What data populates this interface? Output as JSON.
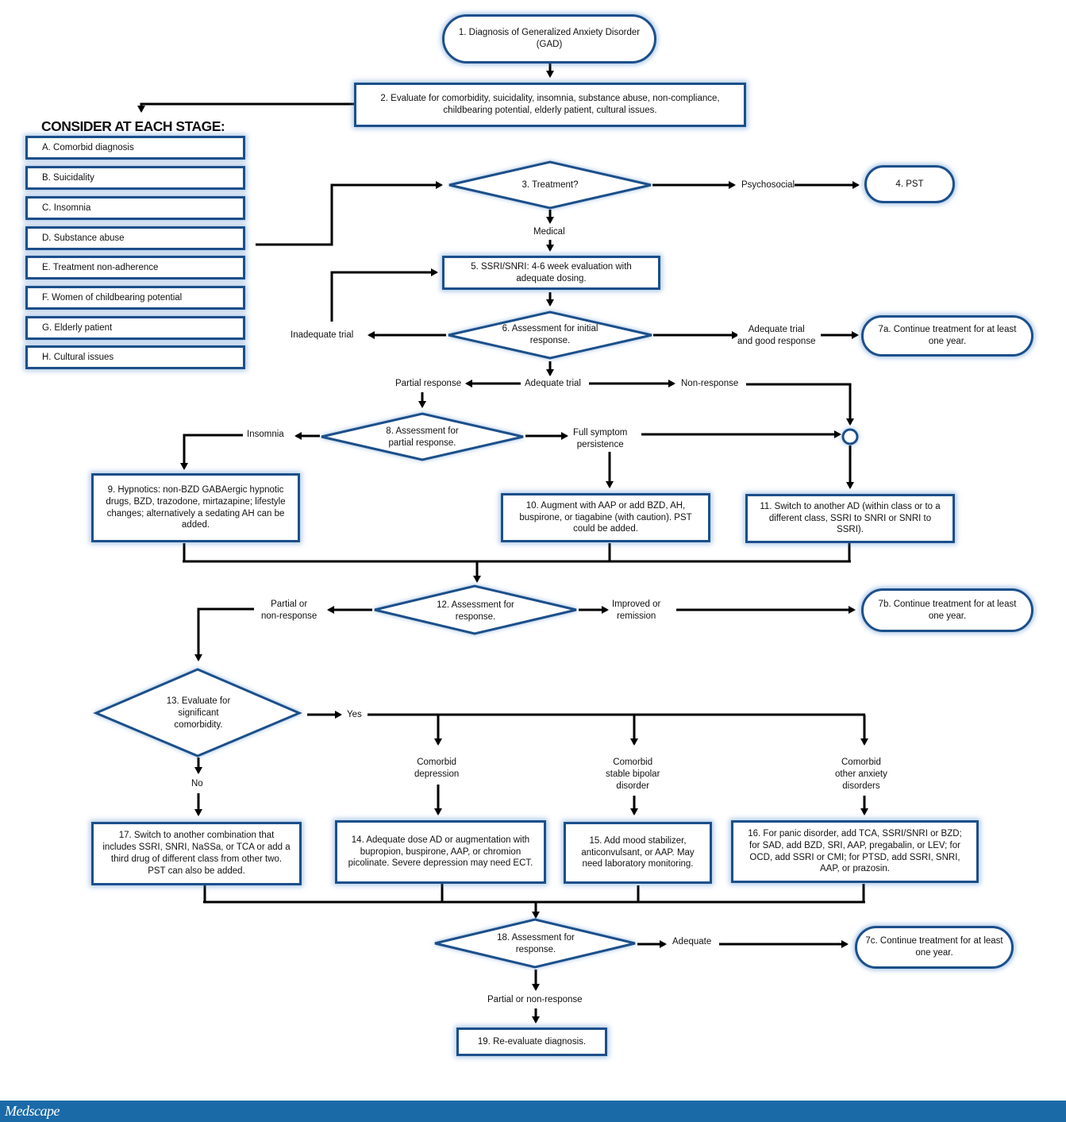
{
  "nodes": {
    "n1": "1. Diagnosis of Generalized Anxiety Disorder (GAD)",
    "n2": "2. Evaluate for comorbidity, suicidality, insomnia, substance abuse, non-compliance, childbearing potential, elderly patient, cultural issues.",
    "n3": "3. Treatment?",
    "n4": "4. PST",
    "n5": "5. SSRI/SNRI: 4-6 week evaluation with adequate dosing.",
    "n6": "6. Assessment for initial response.",
    "n7a": "7a. Continue treatment for at least one year.",
    "n8": "8. Assessment for partial response.",
    "n9": "9. Hypnotics: non-BZD GABAergic hypnotic drugs, BZD, trazodone, mirtazapine; lifestyle changes; alternatively a sedating AH can be added.",
    "n10": "10. Augment with AAP or add BZD, AH, buspirone, or tiagabine (with caution). PST could be added.",
    "n11": "11. Switch to another AD (within class or to a different class, SSRI to SNRI or SNRI to SSRI).",
    "n12": "12. Assessment for response.",
    "n7b": "7b. Continue treatment for at least one year.",
    "n13": "13. Evaluate for significant comorbidity.",
    "n14": "14. Adequate dose AD or augmentation with bupropion, buspirone, AAP, or chromion picolinate. Severe depression may need ECT.",
    "n15": "15. Add mood stabilizer, anticonvulsant, or AAP. May need laboratory monitoring.",
    "n16": "16. For panic disorder, add TCA, SSRI/SNRI or BZD; for SAD, add BZD, SRI, AAP, pregabalin, or LEV; for OCD, add SSRI or CMI; for PTSD, add SSRI, SNRI, AAP, or prazosin.",
    "n17": "17. Switch to another combination that includes SSRI, SNRI, NaSSa, or TCA or add a third drug of different class from other two. PST can also be added.",
    "n18": "18. Assessment for response.",
    "n7c": "7c. Continue treatment for at least one year.",
    "n19": "19. Re-evaluate diagnosis."
  },
  "consider": {
    "title": "CONSIDER AT EACH STAGE:",
    "items": [
      "A. Comorbid diagnosis",
      "B. Suicidality",
      "C. Insomnia",
      "D. Substance abuse",
      "E. Treatment non-adherence",
      "F. Women of childbearing potential",
      "G. Elderly patient",
      "H. Cultural issues"
    ]
  },
  "labels": {
    "psychosocial": "Psychosocial",
    "medical": "Medical",
    "inadequate_trial": "Inadequate trial",
    "adequate_good": "Adequate trial\nand good response",
    "partial_response": "Partial response",
    "adequate_trial": "Adequate trial",
    "non_response": "Non-response",
    "insomnia": "Insomnia",
    "full_symptom": "Full symptom\npersistence",
    "partial_non": "Partial or\nnon-response",
    "improved": "Improved or\nremission",
    "yes": "Yes",
    "no": "No",
    "comorbid_depression": "Comorbid\ndepression",
    "comorbid_bipolar": "Comorbid\nstable bipolar\ndisorder",
    "comorbid_anxiety": "Comorbid\nother anxiety\ndisorders",
    "adequate": "Adequate",
    "partial_non_18": "Partial or non-response"
  },
  "footer": {
    "logo": "Medscape"
  },
  "colors": {
    "border": "#1c4f8a",
    "glow": "#4682c8",
    "footer": "#1a6aa8"
  }
}
